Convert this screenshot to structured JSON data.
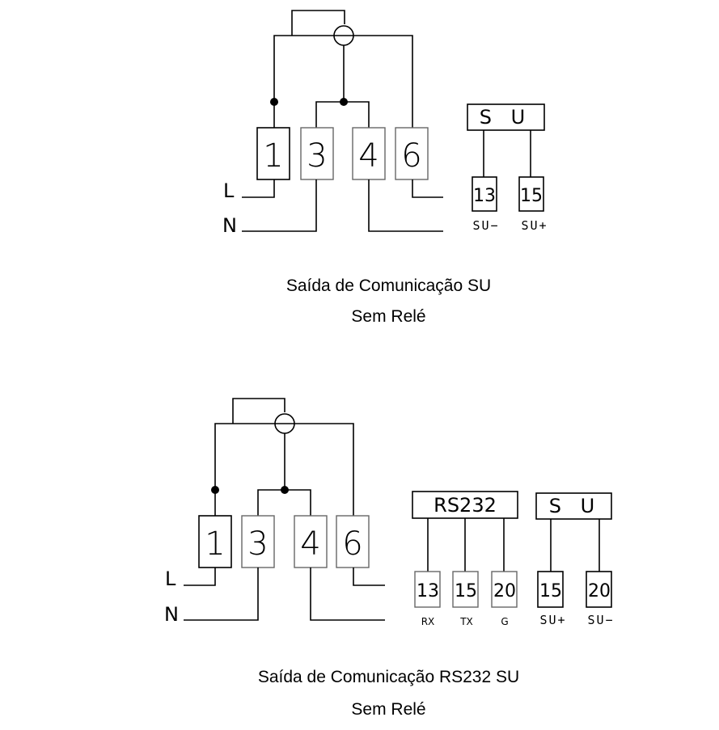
{
  "diagram1": {
    "terminals": [
      "1",
      "3",
      "4",
      "6"
    ],
    "line_labels": [
      "L",
      "N"
    ],
    "su_box": "S U",
    "outputs": [
      "13",
      "15"
    ],
    "output_labels": [
      "SU−",
      "SU+"
    ],
    "caption": "Saída de Comunicação SU",
    "subcaption": "Sem Relé"
  },
  "diagram2": {
    "terminals": [
      "1",
      "3",
      "4",
      "6"
    ],
    "line_labels": [
      "L",
      "N"
    ],
    "rs232_box": "RS232",
    "rs232_outputs": [
      "13",
      "15",
      "20"
    ],
    "rs232_labels": [
      "RX",
      "TX",
      "G"
    ],
    "su_box": "S U",
    "su_outputs": [
      "15",
      "20"
    ],
    "su_labels": [
      "SU+",
      "SU−"
    ],
    "caption": "Saída de Comunicação RS232 SU",
    "subcaption": "Sem Relé"
  }
}
